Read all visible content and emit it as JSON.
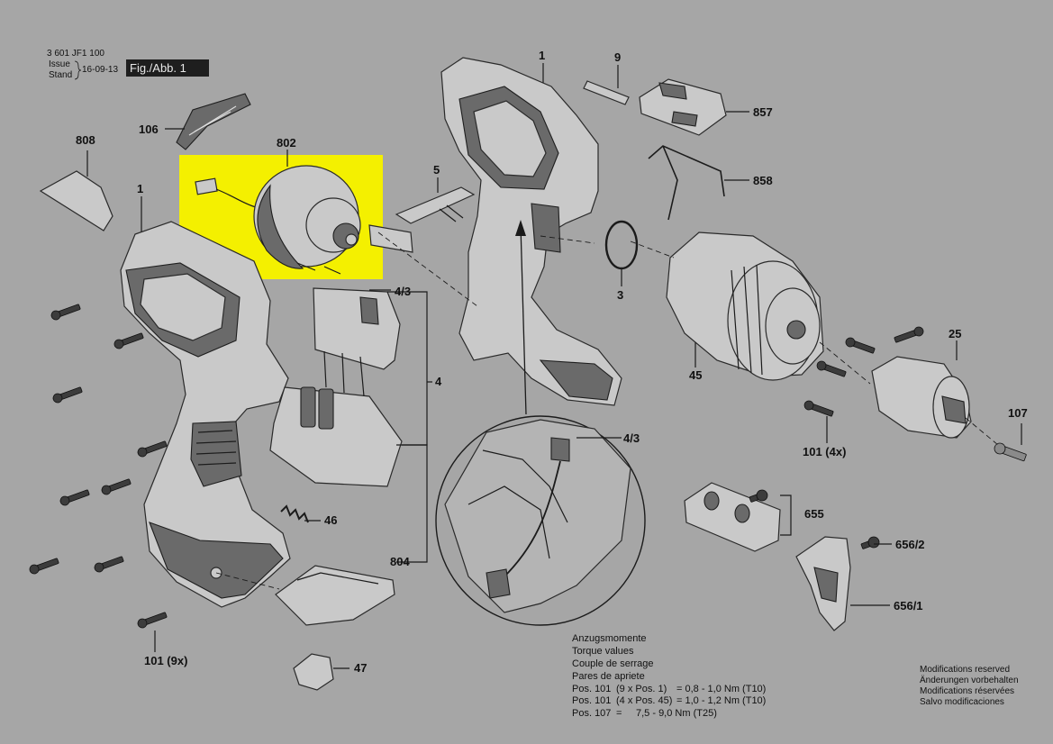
{
  "header": {
    "doc_number": "3 601 JF1 100",
    "issue_label": "Issue",
    "stand_label": "Stand",
    "issue_date": "16-09-13",
    "figure_label": "Fig./Abb. 1"
  },
  "highlight_color": "#f4f000",
  "parts": {
    "p1_left": "1",
    "p1_right": "1",
    "p3": "3",
    "p4": "4",
    "p4_3_top": "4/3",
    "p4_3_detail": "4/3",
    "p5": "5",
    "p9": "9",
    "p25": "25",
    "p45": "45",
    "p46": "46",
    "p47": "47",
    "p101_left": "101 (9x)",
    "p101_right": "101 (4x)",
    "p106": "106",
    "p107": "107",
    "p655": "655",
    "p656_1": "656/1",
    "p656_2": "656/2",
    "p802": "802",
    "p804": "804",
    "p808": "808",
    "p857": "857",
    "p858": "858"
  },
  "torque": {
    "heading_de": "Anzugsmomente",
    "heading_en": "Torque values",
    "heading_fr": "Couple de serrage",
    "heading_es": "Pares de apriete",
    "row1_label": "Pos. 101",
    "row1_qualifier": "(9 x Pos. 1)",
    "row1_value": "= 0,8 - 1,0 Nm (T10)",
    "row2_label": "Pos. 101",
    "row2_qualifier": "(4 x Pos. 45)",
    "row2_value": "= 1,0 - 1,2 Nm (T10)",
    "row3_label": "Pos. 107",
    "row3_qualifier": "=",
    "row3_value": "7,5 - 9,0 Nm (T25)"
  },
  "notice": {
    "line1": "Modifications reserved",
    "line2": "Änderungen vorbehalten",
    "line3": "Modifications réservées",
    "line4": "Salvo modificaciones"
  }
}
